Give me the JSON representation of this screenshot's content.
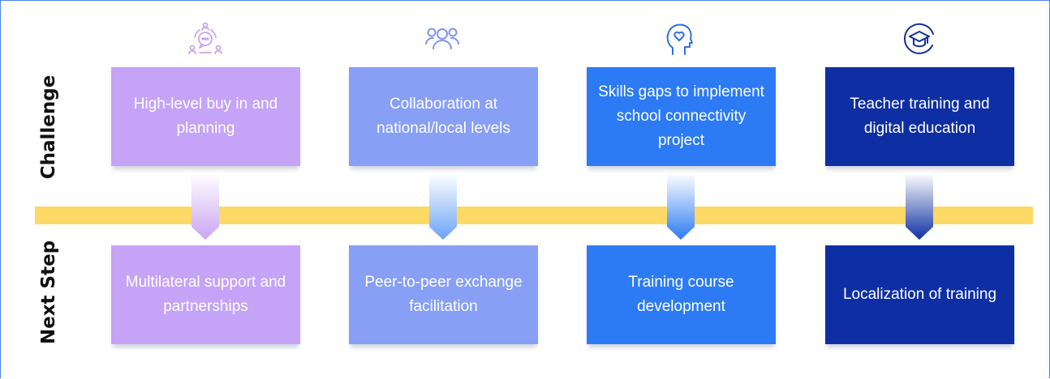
{
  "rows": {
    "challenge_label": "Challenge",
    "next_step_label": "Next Step"
  },
  "columns": [
    {
      "icon": "discussion-icon",
      "challenge": "High-level buy in and planning",
      "next_step": "Multilateral support and partnerships",
      "color": "#c5a3f7",
      "icon_color": "#c9a5f2"
    },
    {
      "icon": "people-group-icon",
      "challenge": "Collaboration at national/local levels",
      "next_step": "Peer-to-peer exchange facilitation",
      "color": "#879ff5",
      "icon_color": "#7f95ee"
    },
    {
      "icon": "head-heart-icon",
      "challenge": "Skills gaps to implement school connectivity project",
      "next_step": "Training course development",
      "color": "#2c7bf4",
      "icon_color": "#2f6fe3"
    },
    {
      "icon": "graduation-cap-icon",
      "challenge": "Teacher training and digital education",
      "next_step": "Localization of training",
      "color": "#0e2fa3",
      "icon_color": "#14309c"
    }
  ],
  "colors": {
    "band": "#fcd966",
    "connector_light": "#ffffff",
    "frame": "#4a86e8"
  }
}
